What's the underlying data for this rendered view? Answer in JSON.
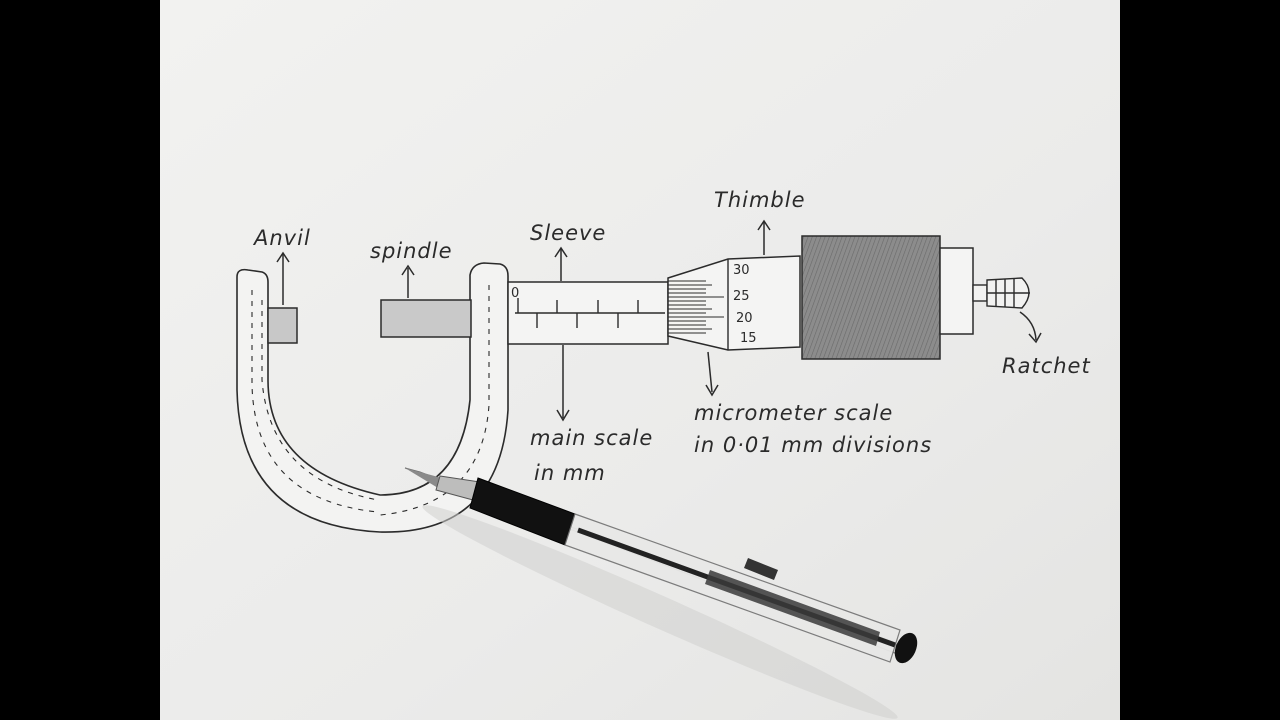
{
  "labels": {
    "anvil": "Anvil",
    "spindle": "spindle",
    "sleeve": "Sleeve",
    "thimble": "Thimble",
    "ratchet": "Ratchet",
    "main_scale_line1": "main scale",
    "main_scale_line2": "in  mm",
    "micrometer_scale_line1": "micrometer  scale",
    "micrometer_scale_line2": "in 0·01 mm divisions"
  },
  "scale_marks": {
    "sleeve_zero": "0",
    "thimble_ticks": [
      "30",
      "25",
      "20",
      "15"
    ]
  },
  "colors": {
    "paper": "#eeeeec",
    "border": "#000000",
    "ink": "#2b2b2b",
    "pencil_shade": "#7a7a7a"
  }
}
